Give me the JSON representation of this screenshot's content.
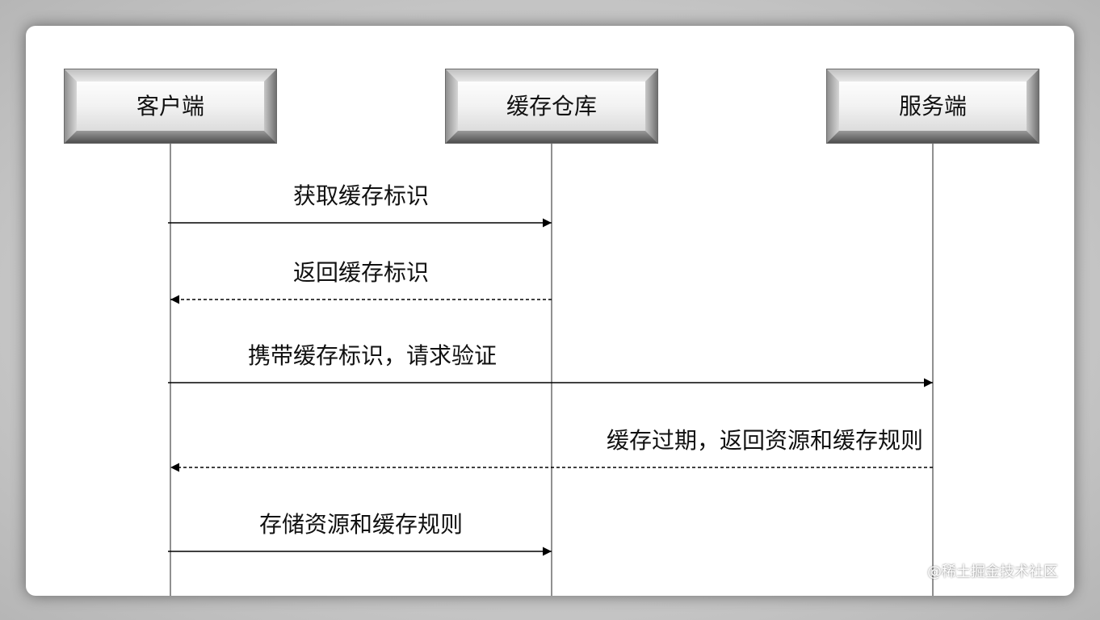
{
  "diagram": {
    "type": "sequence-diagram",
    "actors": [
      {
        "id": "client",
        "label": "客户端"
      },
      {
        "id": "cache",
        "label": "缓存仓库"
      },
      {
        "id": "server",
        "label": "服务端"
      }
    ],
    "messages": [
      {
        "from": "client",
        "to": "cache",
        "label": "获取缓存标识",
        "style": "solid"
      },
      {
        "from": "cache",
        "to": "client",
        "label": "返回缓存标识",
        "style": "dashed"
      },
      {
        "from": "client",
        "to": "server",
        "label": "携带缓存标识，请求验证",
        "style": "solid"
      },
      {
        "from": "server",
        "to": "client",
        "label": "缓存过期，返回资源和缓存规则",
        "style": "dashed"
      },
      {
        "from": "client",
        "to": "cache",
        "label": "存储资源和缓存规则",
        "style": "solid"
      }
    ]
  },
  "watermark": "@稀土掘金技术社区"
}
